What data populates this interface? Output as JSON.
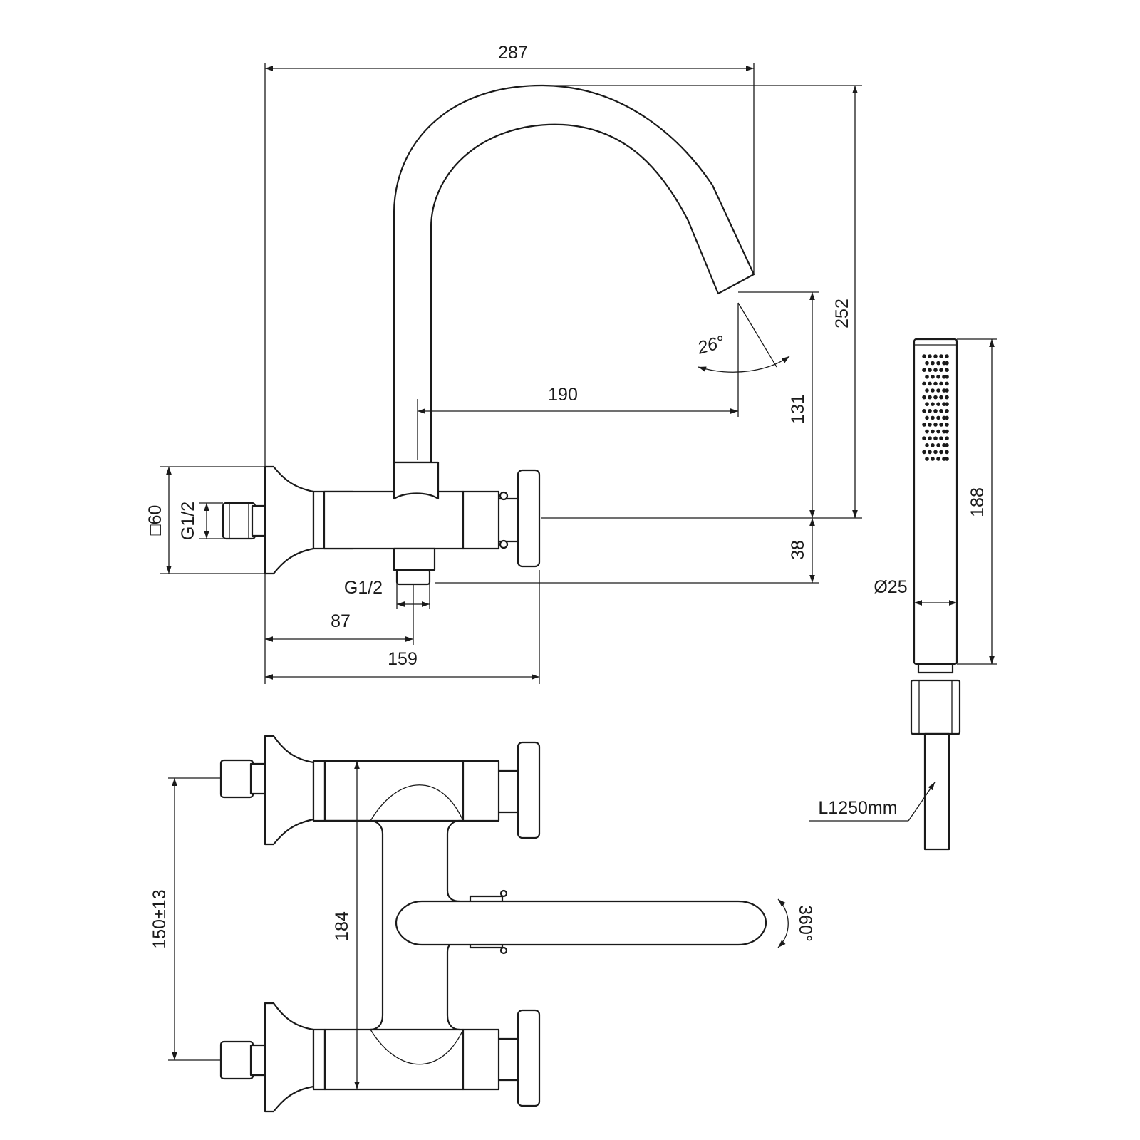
{
  "dimensions": {
    "overall_width": "287",
    "overall_height": "252",
    "spout_reach": "190",
    "spout_height": "131",
    "outlet_offset": "38",
    "spout_angle": "26°",
    "inlet_thread": "G1/2",
    "outlet_thread": "G1/2",
    "rosette_size": "□60",
    "outlet_position": "87",
    "body_depth": "159",
    "handshower_length": "188",
    "handshower_diameter": "Ø25",
    "hose_length": "L1250mm",
    "inlet_spacing": "150±13",
    "body_width": "184",
    "rotation": "360°"
  },
  "colors": {
    "line": "#1a1a1a",
    "background": "#ffffff"
  }
}
